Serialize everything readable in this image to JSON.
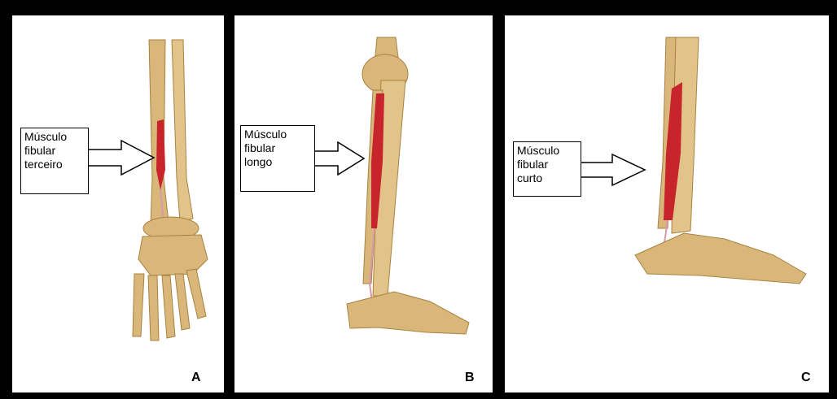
{
  "panels": [
    {
      "id": "A",
      "letter": "A",
      "label_lines": [
        "Músculo",
        "fibular",
        "terceiro"
      ]
    },
    {
      "id": "B",
      "letter": "B",
      "label_lines": [
        "Músculo",
        "fibular",
        "longo"
      ]
    },
    {
      "id": "C",
      "letter": "C",
      "label_lines": [
        "Músculo",
        "fibular",
        "curto"
      ]
    }
  ],
  "colors": {
    "bone": "#d9b77a",
    "bone_shadow": "#a8823f",
    "muscle": "#c8242b",
    "tendon": "#d89aa6",
    "border": "#000000"
  }
}
